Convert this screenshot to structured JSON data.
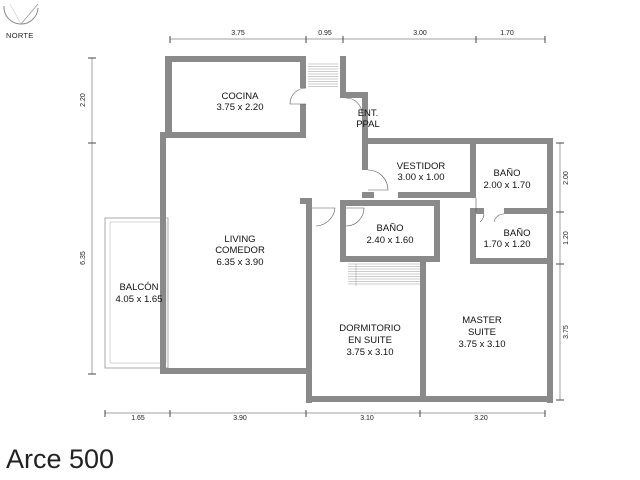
{
  "title": "Arce 500",
  "north_label": "NORTE",
  "rooms": {
    "cocina": {
      "name": "COCINA",
      "size": "3.75 x 2.20"
    },
    "entrada": {
      "name_1": "ENT.",
      "name_2": "PPAL"
    },
    "vestidor": {
      "name": "VESTIDOR",
      "size": "3.00 x 1.00"
    },
    "bano_suite": {
      "name": "BAÑO",
      "size": "2.00 x 1.70"
    },
    "bano_small": {
      "name": "BAÑO",
      "size": "1.70 x 1.20"
    },
    "bano_dorm": {
      "name": "BAÑO",
      "size": "2.40 x 1.60"
    },
    "living": {
      "name_1": "LIVING",
      "name_2": "COMEDOR",
      "size": "6.35 x 3.90"
    },
    "balcon": {
      "name": "BALCÓN",
      "size": "4.05 x 1.65"
    },
    "dormitorio": {
      "name_1": "DORMITORIO",
      "name_2": "EN SUITE",
      "size": "3.75 x 3.10"
    },
    "master": {
      "name_1": "MASTER",
      "name_2": "SUITE",
      "size": "3.75 x 3.10"
    }
  },
  "dimensions": {
    "top": [
      "3.75",
      "0.95",
      "3.00",
      "1.70"
    ],
    "bottom": [
      "1.65",
      "3.90",
      "3.10",
      "3.20"
    ],
    "left": [
      "2.20",
      "6.35"
    ],
    "right": [
      "2.00",
      "1.20",
      "3.75"
    ]
  }
}
